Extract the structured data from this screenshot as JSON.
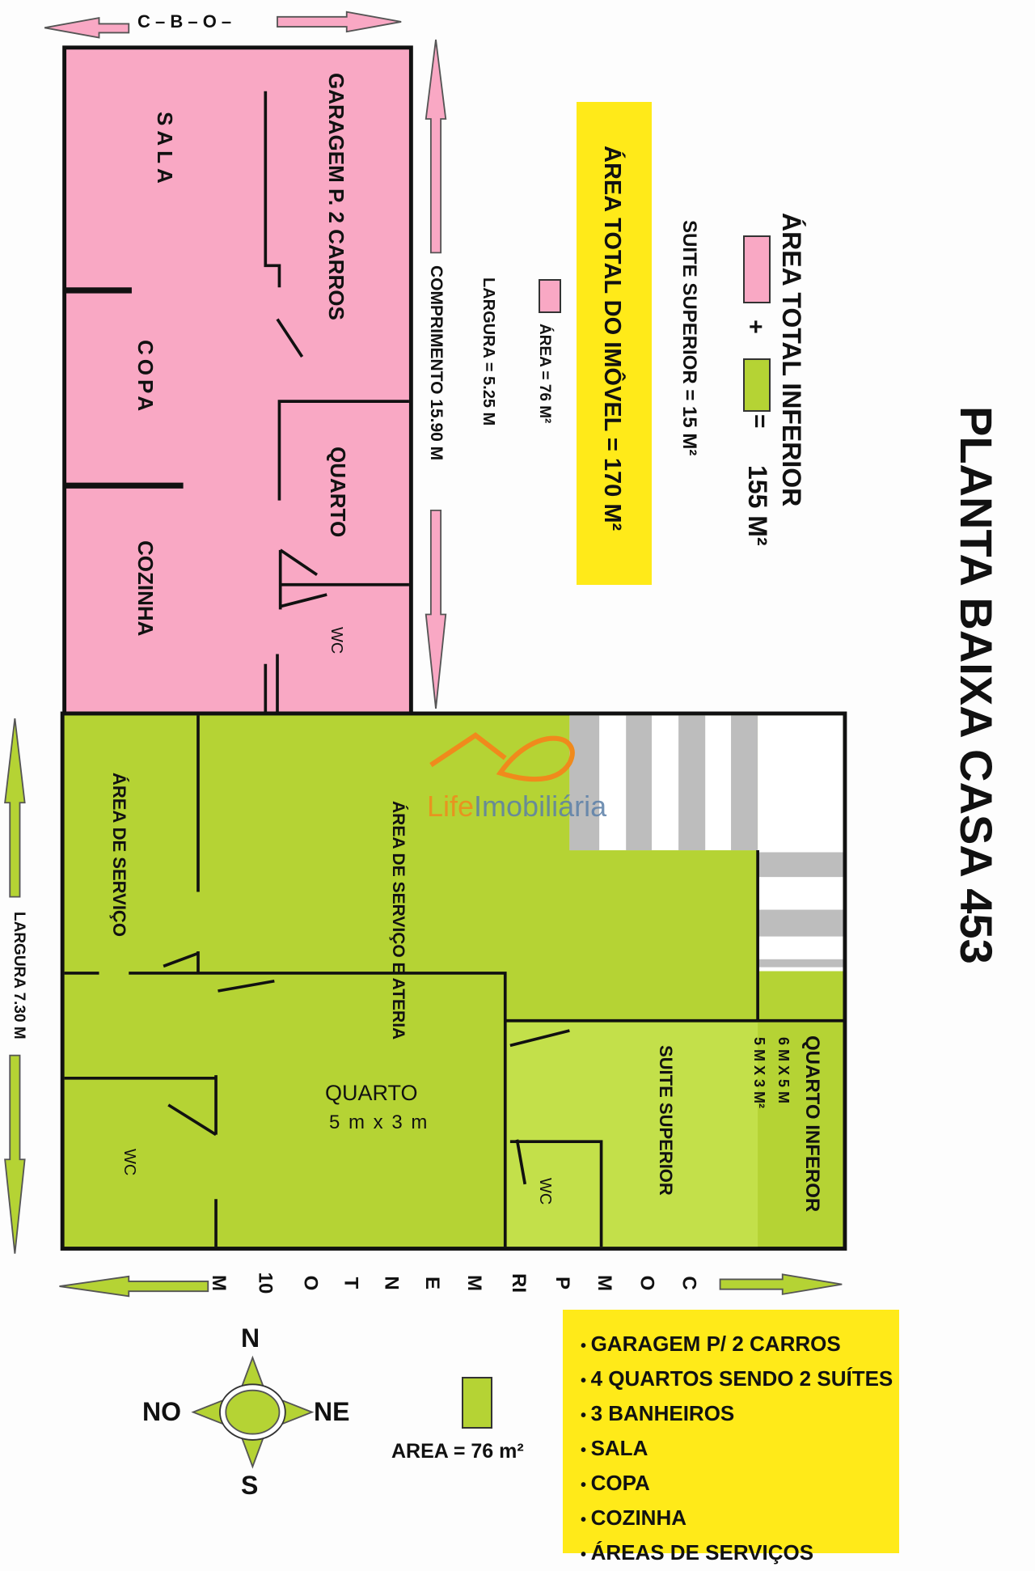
{
  "title": "PLANTA BAIXA CASA 453",
  "colors": {
    "pink": "#f9a8c4",
    "green": "#b5d334",
    "yellow": "#ffea19"
  },
  "top_dimension": "C – B – O –",
  "upper_floor": {
    "rooms": {
      "sala": "SALA",
      "garagem": "GARAGEM P. 2 CARROS",
      "copa": "COPA",
      "quarto": "QUARTO",
      "cozinha": "COZINHA",
      "wc": "WC"
    },
    "comprimento": "COMPRIMENTO 15.90 M",
    "largura": "LARGURA = 5.25 M",
    "area": "ÁREA = 76 M²"
  },
  "totals": {
    "area_total_imovel": "ÁREA TOTAL DO IMÔVEL = 170 M²",
    "suite_superior": "SUITE SUPERIOR = 15 M²",
    "area_total_inferior_label": "ÁREA TOTAL INFERIOR",
    "plus": "+",
    "equals": "=",
    "area_total_inferior_value": "155 M²"
  },
  "lower_floor": {
    "area_servico": "ÁREA DE SERVIÇO",
    "area_servico_2": "ÁREA DE SERVIÇO E ATERIA",
    "quarto": "QUARTO",
    "quarto_size": "5 m x 3 m",
    "wc_left": "WC",
    "wc_right": "WC",
    "suite_superior": "SUITE SUPERIOR",
    "quarto_inferior": "QUARTO INFEROR",
    "quarto_inferior_size1": "6 M X 5 M",
    "quarto_inferior_size2": "5 M X 3 M²",
    "largura": "LARGURA 7.30 M",
    "comprimento_chars": [
      "C",
      "O",
      "M",
      "P",
      "RI",
      "M",
      "E",
      "N",
      "T",
      "O",
      "10",
      "M"
    ]
  },
  "watermark": {
    "part1": "Life",
    "part2": "Imobiliária"
  },
  "compass": {
    "n": "N",
    "s": "S",
    "no": "NO",
    "ne": "NE"
  },
  "legend_area": "AREA = 76 m²",
  "features": [
    "GARAGEM P/ 2 CARROS",
    "4 QUARTOS SENDO 2 SUÍTES",
    "3 BANHEIROS",
    "SALA",
    "COPA",
    "COZINHA",
    "ÁREAS DE SERVIÇOS"
  ]
}
